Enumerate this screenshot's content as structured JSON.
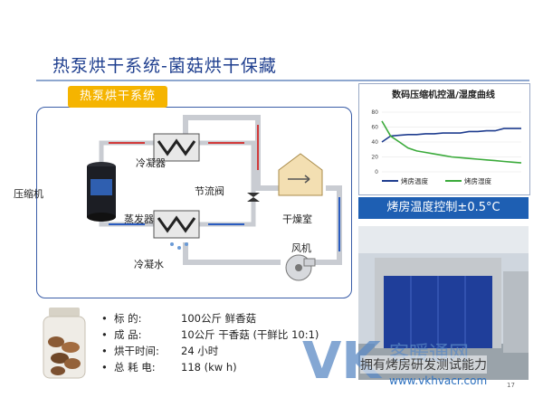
{
  "title": "热泵烘干系统-菌菇烘干保藏",
  "system_badge": "热泵烘干系统",
  "diagram": {
    "compressor": "压缩机",
    "condenser": "冷凝器",
    "evaporator": "蒸发器",
    "throttle_valve": "节流阀",
    "drying_room": "干燥室",
    "fan": "风机",
    "condensate": "冷凝水"
  },
  "chart": {
    "title": "数码压缩机控温/湿度曲线",
    "yticks": [
      "80",
      "60",
      "40",
      "20",
      "0"
    ],
    "legend": [
      "烤房温度",
      "烤房湿度"
    ],
    "colors": {
      "temp": "#1f3d8f",
      "humidity": "#3aaa3a"
    }
  },
  "chart_data": {
    "type": "line",
    "ylim": [
      0,
      80
    ],
    "series": [
      {
        "name": "烤房温度",
        "values": [
          40,
          48,
          49,
          50,
          50,
          51,
          51,
          52,
          52,
          52,
          54,
          54,
          55,
          55,
          58,
          58,
          58
        ]
      },
      {
        "name": "烤房湿度",
        "values": [
          68,
          48,
          40,
          32,
          28,
          26,
          24,
          22,
          20,
          19,
          18,
          17,
          16,
          15,
          14,
          13,
          12
        ]
      }
    ]
  },
  "temp_control": "烤房温度控制±0.5°C",
  "specs": [
    {
      "label": "标    的:",
      "value": "100公斤 鲜香菇"
    },
    {
      "label": "成    品:",
      "value": "10公斤 干香菇  (干鲜比 10:1)"
    },
    {
      "label": "烘干时间:",
      "value": "24 小时"
    },
    {
      "label": "总 耗 电:",
      "value": "118  (kw h)"
    }
  ],
  "page_number": "17",
  "watermark": {
    "logo": "VK",
    "brand": "客暖通网",
    "tagline": "拥有烤房研发测试能力",
    "url": "www.vkhvacr.com"
  }
}
